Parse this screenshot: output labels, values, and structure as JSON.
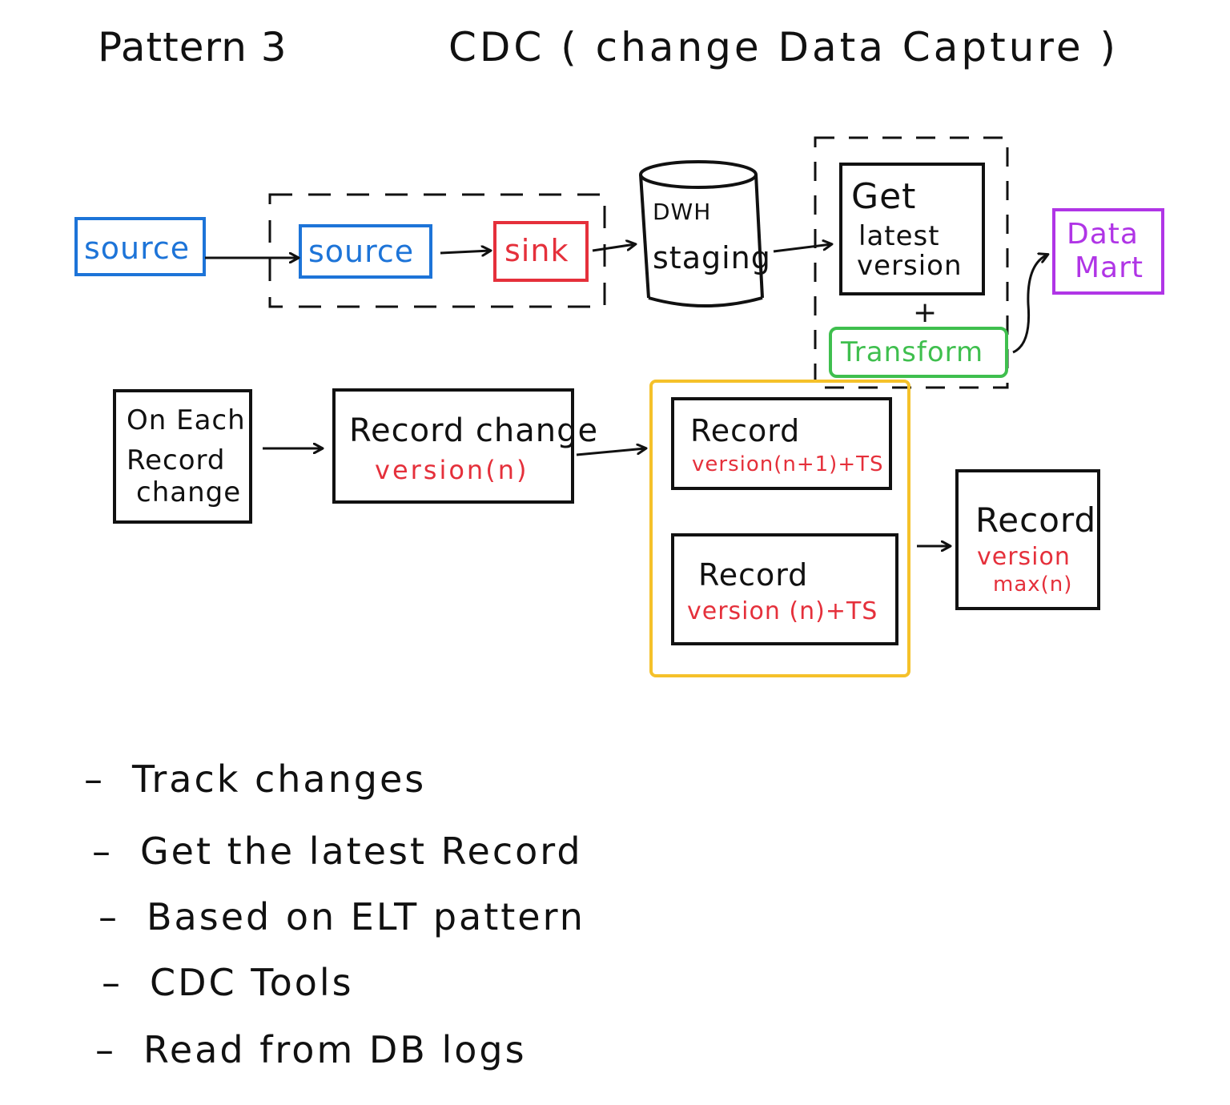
{
  "title": {
    "pattern": "Pattern 3",
    "cdc": "CDC ( change Data Capture )"
  },
  "flow_top": {
    "source_outer": "source",
    "source_inner": "source",
    "sink": "sink",
    "dwh_line1": "DWH",
    "dwh_line2": "staging",
    "get_line1": "Get",
    "get_line2": "latest",
    "get_line3": "version",
    "plus": "+",
    "transform": "Transform",
    "datamart_line1": "Data",
    "datamart_line2": "Mart"
  },
  "flow_bottom": {
    "on_each_line1": "On Each",
    "on_each_line2": "Record",
    "on_each_line3": "change",
    "record_change_title": "Record change",
    "record_change_version": "version(n)",
    "record_n1_title": "Record",
    "record_n1_version": "version(n+1)+TS",
    "record_n_title": "Record",
    "record_n_version": "version (n)+TS",
    "record_max_title": "Record",
    "record_max_line1": "version",
    "record_max_line2": "max(n)"
  },
  "notes": [
    "Track changes",
    "Get the latest Record",
    "Based on ELT pattern",
    "CDC Tools",
    "Read from DB logs"
  ],
  "colors": {
    "ink": "#111111",
    "blue": "#1d74d8",
    "red": "#e5303b",
    "green": "#3fbf4e",
    "purple": "#b035e6",
    "yellow": "#f5c12a"
  }
}
